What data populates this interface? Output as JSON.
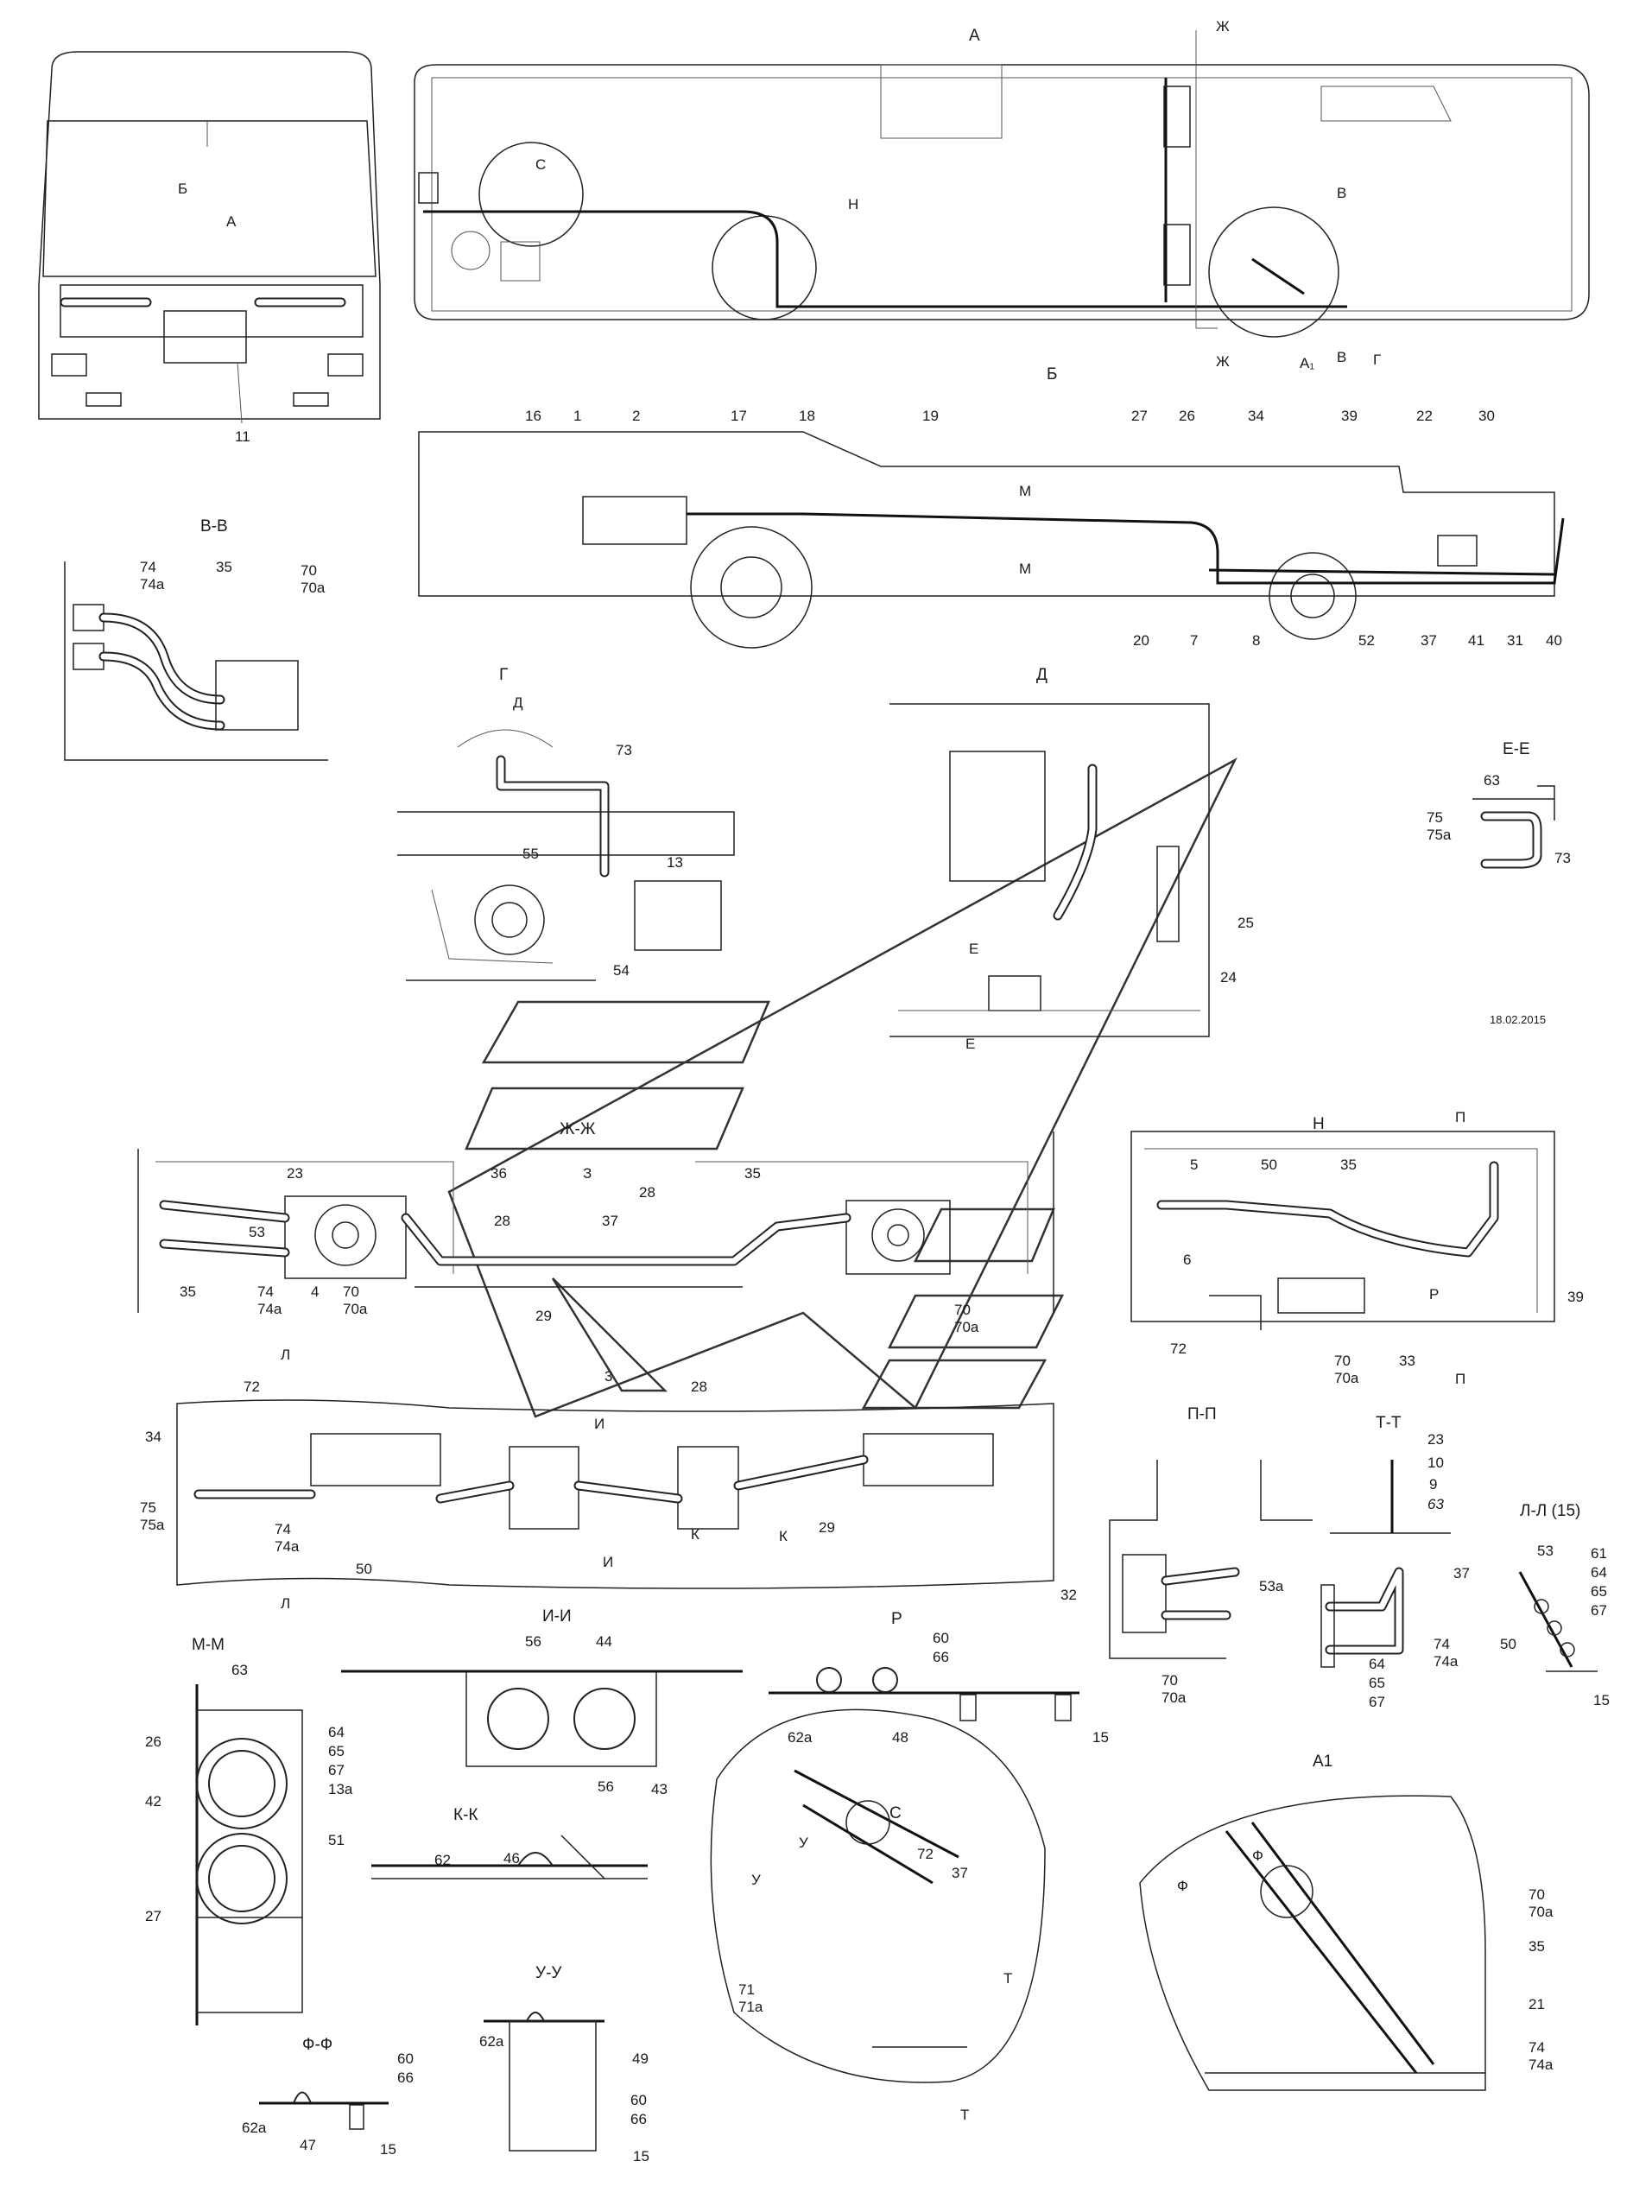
{
  "sheet": {
    "date": "18.02.2015",
    "views": {
      "A": "А",
      "B": "Б",
      "VV": "В-В",
      "G": "Г",
      "D": "Д",
      "EE": "Е-Е",
      "ZHZH": "Ж-Ж",
      "N": "Н",
      "PP": "П-П",
      "TT": "Т-Т",
      "LL": "Л-Л (15)",
      "MM": "М-М",
      "II": "И-И",
      "R": "Р",
      "KK": "К-К",
      "C": "С",
      "UU": "У-У",
      "FF": "Ф-Ф",
      "A1": "А1"
    },
    "markers": {
      "zh": "Ж",
      "v": "В",
      "g": "Г",
      "c": "С",
      "h": "Н",
      "a1": "А₁",
      "m": "М",
      "d": "Д",
      "e": "Е",
      "z": "З",
      "p": "П",
      "r": "Р",
      "l": "Л",
      "i": "И",
      "k": "К",
      "t": "Т",
      "u": "У",
      "f": "Ф",
      "b": "Б",
      "a": "А"
    },
    "items": {
      "n1": "1",
      "n2": "2",
      "n3": "3",
      "n4": "4",
      "n5": "5",
      "n6": "6",
      "n7": "7",
      "n8": "8",
      "n9": "9",
      "n10": "10",
      "n11": "11",
      "n13": "13",
      "n13a": "13а",
      "n15": "15",
      "n16": "16",
      "n17": "17",
      "n18": "18",
      "n19": "19",
      "n20": "20",
      "n21": "21",
      "n22": "22",
      "n23": "23",
      "n24": "24",
      "n25": "25",
      "n26": "26",
      "n27": "27",
      "n28": "28",
      "n29": "29",
      "n30": "30",
      "n31": "31",
      "n32": "32",
      "n33": "33",
      "n34": "34",
      "n35": "35",
      "n36": "36",
      "n37": "37",
      "n39": "39",
      "n40": "40",
      "n41": "41",
      "n42": "42",
      "n43": "43",
      "n44": "44",
      "n46": "46",
      "n47": "47",
      "n48": "48",
      "n49": "49",
      "n50": "50",
      "n51": "51",
      "n52": "52",
      "n53": "53",
      "n53a": "53а",
      "n54": "54",
      "n55": "55",
      "n56": "56",
      "n60": "60",
      "n61": "61",
      "n62": "62",
      "n62a": "62а",
      "n63": "63",
      "n64": "64",
      "n65": "65",
      "n66": "66",
      "n67": "67",
      "n70": "70",
      "n70a": "70а",
      "n71": "71",
      "n71a": "71а",
      "n72": "72",
      "n73": "73",
      "n74": "74",
      "n74a": "74а",
      "n75": "75",
      "n75a": "75а"
    }
  }
}
